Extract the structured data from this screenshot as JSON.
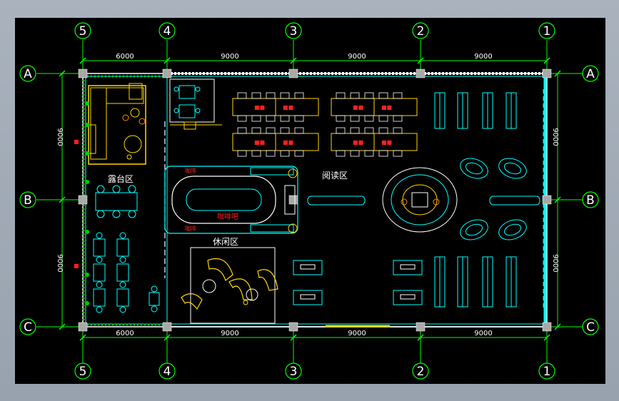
{
  "drawing": {
    "colors": {
      "background": "#000000",
      "frame": "#a9b2bd",
      "wall": "#ffffff",
      "grid_line": "#00ff00",
      "furniture_cyan": "#00ffff",
      "furniture_yellow": "#ffd700",
      "plants_green": "#00cc00",
      "text_red": "#ff2020"
    },
    "axes": {
      "columns": [
        "5",
        "4",
        "3",
        "2",
        "1"
      ],
      "rows": [
        "A",
        "B",
        "C"
      ]
    },
    "dimensions": {
      "top": [
        "6000",
        "9000",
        "9000",
        "9000"
      ],
      "bottom": [
        "6000",
        "9000",
        "9000",
        "9000"
      ],
      "left": [
        "9000",
        "9000"
      ],
      "right": [
        "9000",
        "9000"
      ]
    },
    "zones": {
      "terrace": "露台区",
      "reading": "阅读区",
      "lounge": "休闲区",
      "cafe": "咖啡吧"
    }
  }
}
